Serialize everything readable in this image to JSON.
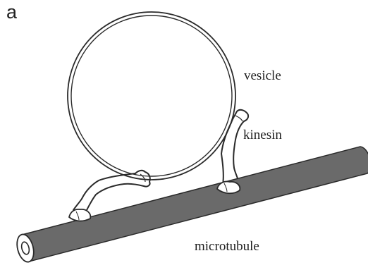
{
  "figure": {
    "panel_label": "a",
    "labels": {
      "vesicle": "vesicle",
      "kinesin": "kinesin",
      "microtubule": "microtubule"
    }
  },
  "colors": {
    "outline": "#2a2a2a",
    "tube_dark": "#6f6f6f",
    "tube_light": "#b8b8b8",
    "motor_fill": "#ffffff"
  }
}
